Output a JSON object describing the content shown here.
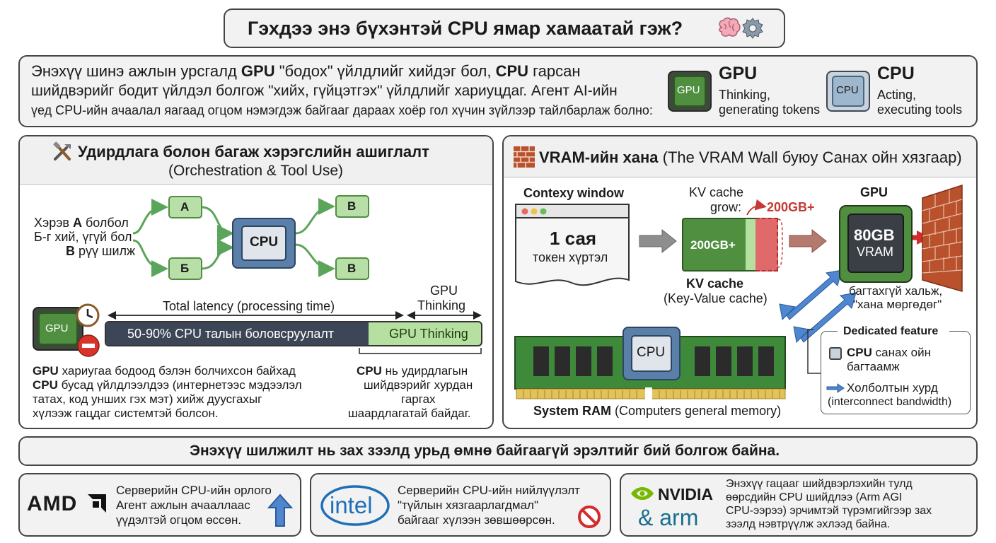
{
  "title": "Гэхдээ энэ бүхэнтэй CPU ямар хамаатай гэж?",
  "intro": {
    "l1a": "Энэхүү шинэ ажлын урсгалд ",
    "l1b": "GPU",
    "l1c": " \"бодох\" үйлдлийг хийдэг бол, ",
    "l1d": "CPU",
    "l1e": " гарсан",
    "line2": "шийдвэрийг бодит үйлдэл болгож \"хийх, гүйцэтгэх\" үйлдлийг хариуцдаг. Агент AI-ийн",
    "line3": "үед CPU-ийн ачаалал яагаад огцом нэмэгдэж байгааг дараах хоёр гол хүчин зүйлээр тайлбарлаж болно:"
  },
  "legend": {
    "gpu": {
      "chip": "GPU",
      "title": "GPU",
      "line1": "Thinking,",
      "line2": "generating tokens"
    },
    "cpu": {
      "chip": "CPU",
      "title": "CPU",
      "line1": "Acting,",
      "line2": "executing tools"
    }
  },
  "orch": {
    "title": "Удирдлага болон багаж хэрэгслийн ашиглалт",
    "subtitle": "(Orchestration & Tool Use)",
    "cond1a": "Хэрэв ",
    "cond1b": "A",
    "cond1c": " болбол",
    "cond2": "Б-г хий, үгүй бол",
    "cond3a": "B",
    "cond3b": " рүү шилж",
    "nodeA": "A",
    "nodeB1": "Б",
    "nodeB2": "B",
    "nodeB3": "B",
    "cpu_chip": "CPU",
    "gpu_thinking_top1": "GPU",
    "gpu_thinking_top2": "Thinking",
    "total_latency": "Total latency (processing time)",
    "bar_cpu": "50-90% CPU талын боловсруулалт",
    "bar_cpu_share": 0.7,
    "bar_gpu": "GPU Thinking",
    "gpu_icon": "GPU",
    "desc1a": "GPU",
    "desc1b": " хариугаа бодоод бэлэн болчихсон байхад",
    "desc2a": "CPU",
    "desc2b": " бусад үйлдлээлдээ (интернетээс мэдээлэл",
    "desc3": "татах, код унших гэх мэт) хийж дуусгахыг",
    "desc4": "хүлээж гацдаг системтэй болсон.",
    "right1a": "CPU",
    "right1b": " нь удирдлагын",
    "right2": "шийдвэрийг хурдан",
    "right3": "гаргах",
    "right4": "шаардлагатай байдаг."
  },
  "vram": {
    "title_a": "VRAM-ийн хана",
    "title_b": " (The VRAM Wall буюу Санах ойн хязгаар)",
    "context_window": "Contexy window",
    "doc_big": "1 сая",
    "doc_small": "токен хүртэл",
    "kv_grow1": "KV cache",
    "kv_grow2": "grow:",
    "kv_over": "200GB+",
    "kv_block": "200GB+",
    "kv_title": "KV cache",
    "kv_sub": "(Key-Value cache)",
    "gpu_label": "GPU",
    "gpu_mem1": "80GB",
    "gpu_mem2": "VRAM",
    "overflow1": "багтахгүй хальж,",
    "overflow2": "\"хана мөргөдөг\"",
    "ram_cpu": "CPU",
    "ram_label_a": "System RAM",
    "ram_label_b": " (Computers general memory)",
    "feature_title": "Dedicated feature",
    "feature1a": "CPU",
    "feature1b": " санах ойн",
    "feature1c": "багтаамж",
    "feature2a": "Холболтын хурд",
    "feature2b": "(interconnect bandwidth)"
  },
  "banner": "Энэхүү шилжилт нь зах зээлд урьд өмнө байгаагүй эрэлтийг бий болгож байна.",
  "cards": {
    "amd": {
      "logo": "AMD",
      "l1": "Серверийн CPU-ийн орлого",
      "l2": "Агент ажлын ачааллаас",
      "l3": "үүдэлтэй огцом өссөн."
    },
    "intel": {
      "logo": "intel",
      "l1": "Серверийн CPU-ийн нийлүүлэлт",
      "l2": "\"түйлын хязгаарлагдмал\"",
      "l3": "байгааг хүлээн зөвшөөрсөн."
    },
    "nvidia": {
      "logo1": "NVIDIA",
      "logo2": "& arm",
      "l1": "Энэхүү гацааг шийдвэрлэхийн тулд",
      "l2": "өөрсдийн CPU шийдлээ (Arm AGI",
      "l3": "CPU-ээрээ) эрчимтэй түрэмгийгээр зах",
      "l4": "зээлд нэвтрүүлж эхлээд байна."
    }
  },
  "colors": {
    "gpu_green": "#4f8f3f",
    "cpu_blue": "#5a7fa8",
    "node_green": "#b9dfa8",
    "bar_dark": "#3c4656",
    "bar_green": "#b6e0a0",
    "kv_red": "#e06a6a",
    "arrow_blue": "#3f79c2"
  },
  "icons": [
    "brain-icon",
    "gear-icon",
    "tools-icon",
    "brick-wall-icon",
    "clock-icon",
    "stop-icon",
    "no-entry-icon",
    "arrow-up-icon"
  ]
}
